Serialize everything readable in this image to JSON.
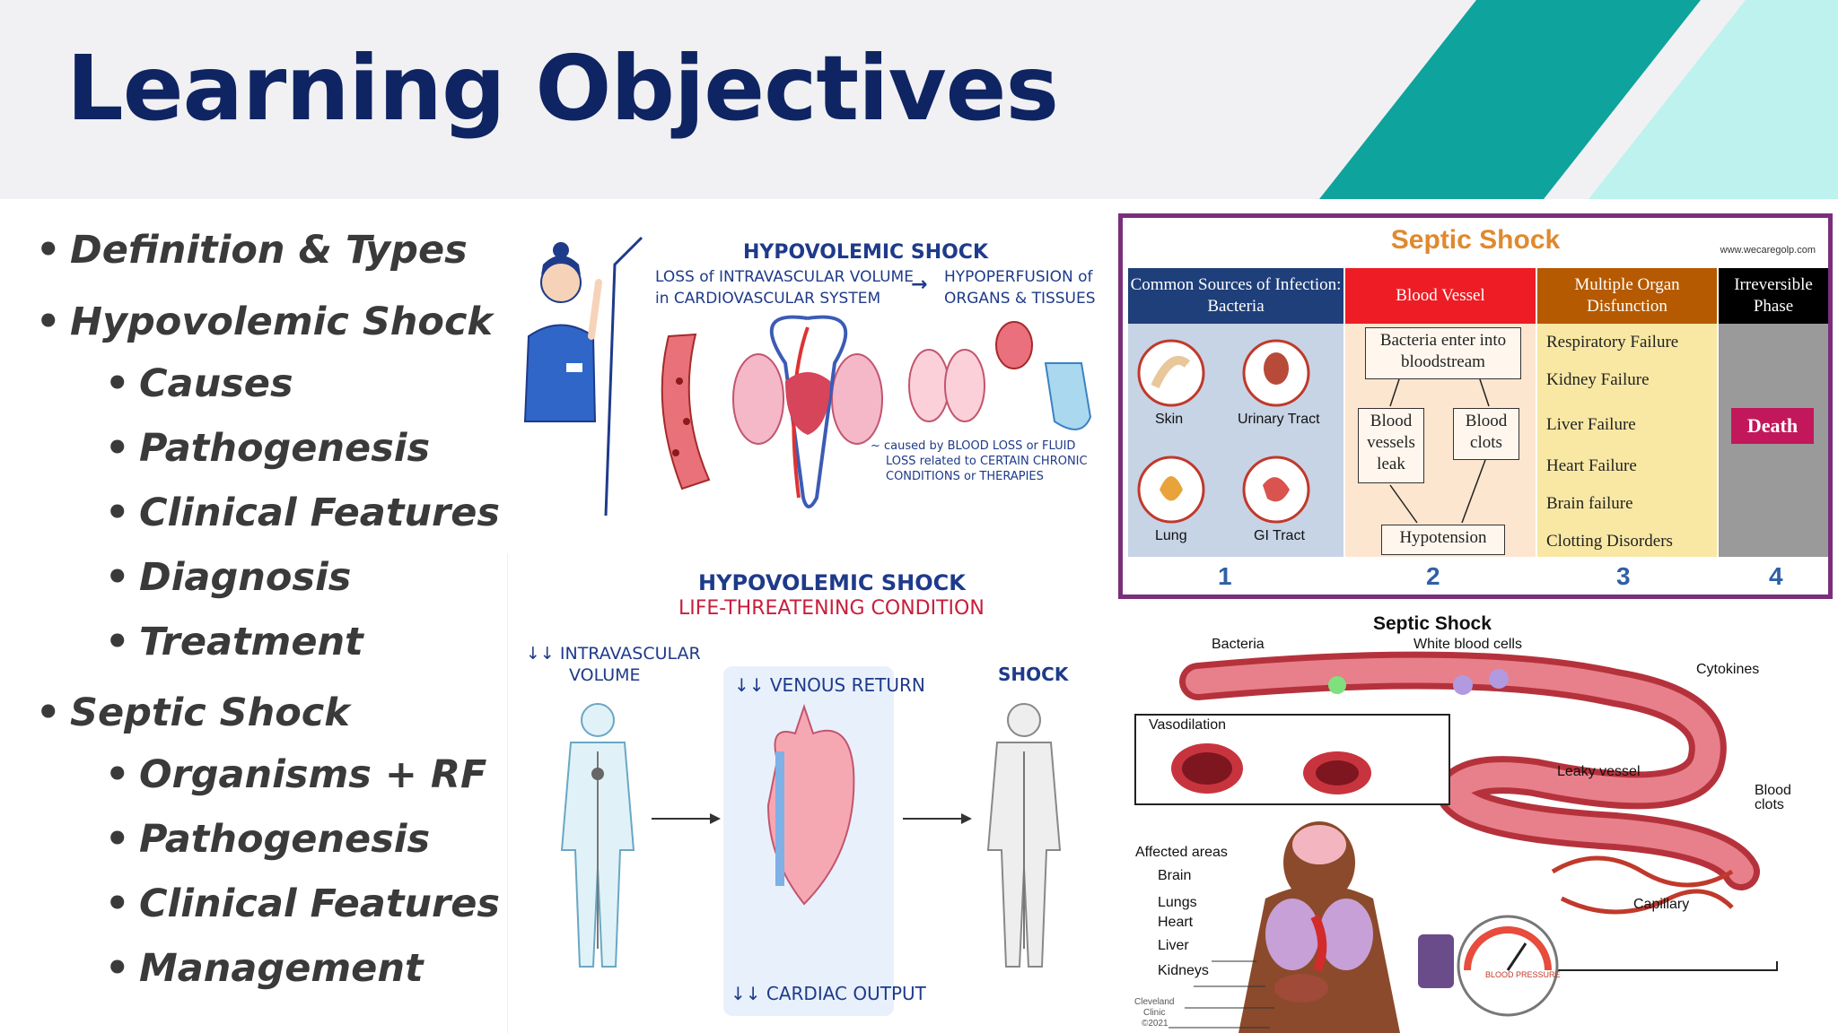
{
  "slide": {
    "title": "Learning Objectives",
    "colors": {
      "title": "#0f2462",
      "header_bg": "#f1f1f3",
      "accent_teal": "#0ea39c",
      "accent_light": "#bdf2ee"
    }
  },
  "bullets": [
    {
      "level": 1,
      "text": "Definition & Types"
    },
    {
      "level": 1,
      "text": "Hypovolemic Shock"
    },
    {
      "level": 2,
      "text": "Causes"
    },
    {
      "level": 2,
      "text": "Pathogenesis"
    },
    {
      "level": 2,
      "text": "Clinical Features"
    },
    {
      "level": 2,
      "text": "Diagnosis"
    },
    {
      "level": 2,
      "text": "Treatment"
    },
    {
      "level": 1,
      "text": "Septic Shock"
    },
    {
      "level": 2,
      "text": "Organisms + RF"
    },
    {
      "level": 2,
      "text": "Pathogenesis"
    },
    {
      "level": 2,
      "text": "Clinical Features"
    },
    {
      "level": 2,
      "text": "Management"
    }
  ],
  "hypo1": {
    "title": "HYPOVOLEMIC SHOCK",
    "line1": "LOSS of INTRAVASCULAR VOLUME",
    "line2": "in CARDIOVASCULAR SYSTEM",
    "arrow": "→",
    "right1": "HYPOPERFUSION of",
    "right2": "ORGANS & TISSUES",
    "note1": "~ caused by BLOOD LOSS or FLUID",
    "note2": "LOSS related to CERTAIN CHRONIC",
    "note3": "CONDITIONS or THERAPIES"
  },
  "hypo2": {
    "title": "HYPOVOLEMIC SHOCK",
    "subtitle": "LIFE-THREATENING CONDITION",
    "left1": "↓↓ INTRAVASCULAR",
    "left2": "VOLUME",
    "mid_top": "↓↓ VENOUS RETURN",
    "mid_bottom": "↓↓ CARDIAC OUTPUT",
    "right": "SHOCK"
  },
  "septic_table": {
    "title": "Septic Shock",
    "source": "www.wecaregolp.com",
    "col1_head": "Common Sources of Infection: Bacteria",
    "col1_items": [
      "Skin",
      "Urinary Tract",
      "Lung",
      "GI Tract"
    ],
    "col2_head": "Blood Vessel",
    "col2_boxes": [
      "Bacteria enter into bloodstream",
      "Blood vessels leak",
      "Blood clots",
      "Hypotension"
    ],
    "col3_head": "Multiple Organ Disfunction",
    "col3_items": [
      "Respiratory Failure",
      "Kidney Failure",
      "Liver Failure",
      "Heart Failure",
      "Brain failure",
      "Clotting Disorders"
    ],
    "col4_head": "Irreversible Phase",
    "col4_box": "Death",
    "numbers": [
      "1",
      "2",
      "3",
      "4"
    ]
  },
  "septic_diagram": {
    "title": "Septic Shock",
    "bacteria": "Bacteria",
    "wbc": "White blood cells",
    "cytokines": "Cytokines",
    "vasodilation": "Vasodilation",
    "leaky": "Leaky vessel",
    "blood_clots": "Blood clots",
    "affected": "Affected areas",
    "organs": [
      "Brain",
      "Lungs",
      "Heart",
      "Liver",
      "Kidneys"
    ],
    "capillary": "Capillary",
    "gauge": "BLOOD PRESSURE",
    "logo1": "Cleveland",
    "logo2": "Clinic",
    "logo3": "©2021"
  }
}
